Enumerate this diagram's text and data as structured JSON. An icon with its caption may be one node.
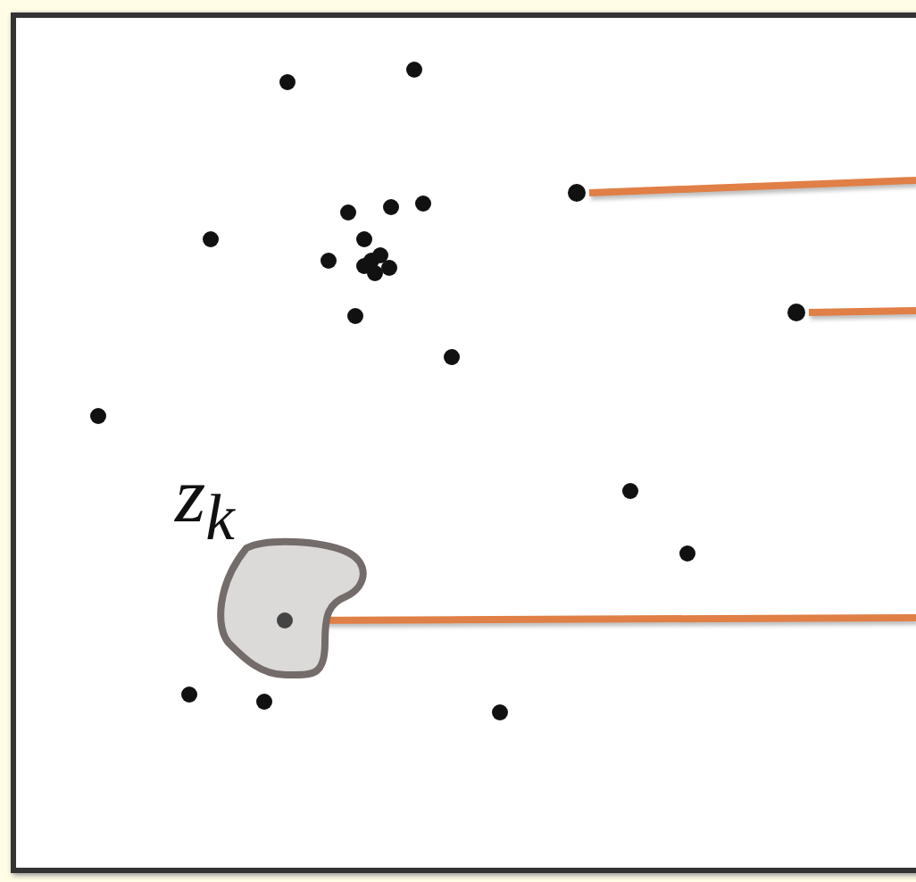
{
  "diagram": {
    "nodes": [
      {
        "text": [],
        "shape": "circle"
      },
      {
        "text": [],
        "shape": "circle"
      },
      {
        "text": [],
        "shape": "cloud",
        "beside": [
          "z$_{k}$"
        ]
      },
      {
        "text": [],
        "shape": "circle",
        "in": 2
      }
    ],
    "edges": [
      {
        "from": 0,
        "to": null,
        "arrow": "none"
      },
      {
        "from": 1,
        "to": null,
        "arrow": "none"
      },
      {
        "from": 3,
        "to": null,
        "arrow": "none"
      }
    ]
  }
}
